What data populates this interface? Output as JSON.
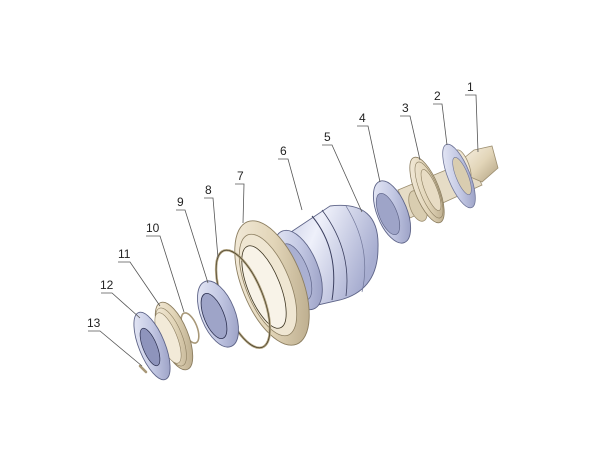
{
  "diagram": {
    "type": "exploded-assembly-view",
    "background": "#ffffff",
    "colors": {
      "steel": "#c9cde6",
      "steel_dark": "#8a90b8",
      "bronze": "#e8dcc4",
      "bronze_dark": "#a89878",
      "leader": "#555555"
    },
    "callouts": [
      {
        "id": "1",
        "label": "1"
      },
      {
        "id": "2",
        "label": "2"
      },
      {
        "id": "3",
        "label": "3"
      },
      {
        "id": "4",
        "label": "4"
      },
      {
        "id": "5",
        "label": "5"
      },
      {
        "id": "6",
        "label": "6"
      },
      {
        "id": "7",
        "label": "7"
      },
      {
        "id": "8",
        "label": "8"
      },
      {
        "id": "9",
        "label": "9"
      },
      {
        "id": "10",
        "label": "10"
      },
      {
        "id": "11",
        "label": "11"
      },
      {
        "id": "12",
        "label": "12"
      },
      {
        "id": "13",
        "label": "13"
      }
    ]
  }
}
